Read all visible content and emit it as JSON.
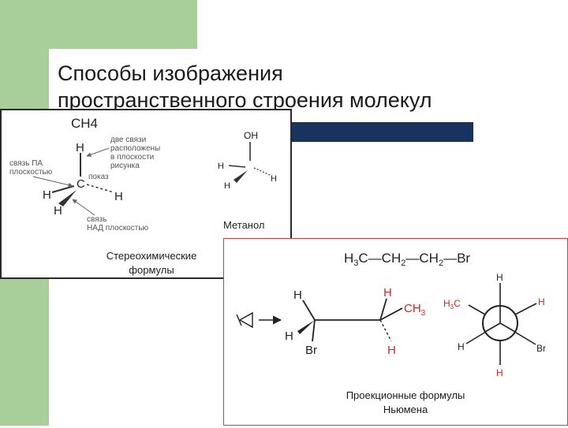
{
  "slide": {
    "title_line1": "Способы изображения",
    "title_line2": "пространственного строения молекул"
  },
  "stereo": {
    "formula_label": "CH4",
    "note_two_bonds": [
      "две связи",
      "расположены",
      "в плоскости",
      "рисунка"
    ],
    "note_below": [
      "связь ПА",
      "плоскостью"
    ],
    "note_above": [
      "связь",
      "НАД плоскостью"
    ],
    "partial_note": "показ",
    "atom_C": "C",
    "atom_H": "H",
    "methanol_OH": "OH",
    "methanol_label": "Метанол",
    "caption_line1": "Стереохимические",
    "caption_line2": "формулы"
  },
  "newman": {
    "chain_formula": "H3C—CH2—CH2—Br",
    "sub_H": "H",
    "sub_Br": "Br",
    "sub_CH3": "CH3",
    "sub_H3C": "H3C",
    "caption_line1": "Проекционные формулы",
    "caption_line2": "Ньюмена"
  },
  "colors": {
    "background_green": "#a8cf9a",
    "accent_bar": "#17345f",
    "panel_border": "#d23c3c",
    "note_gray": "#555555",
    "red_atoms": "#cc2a2a"
  }
}
